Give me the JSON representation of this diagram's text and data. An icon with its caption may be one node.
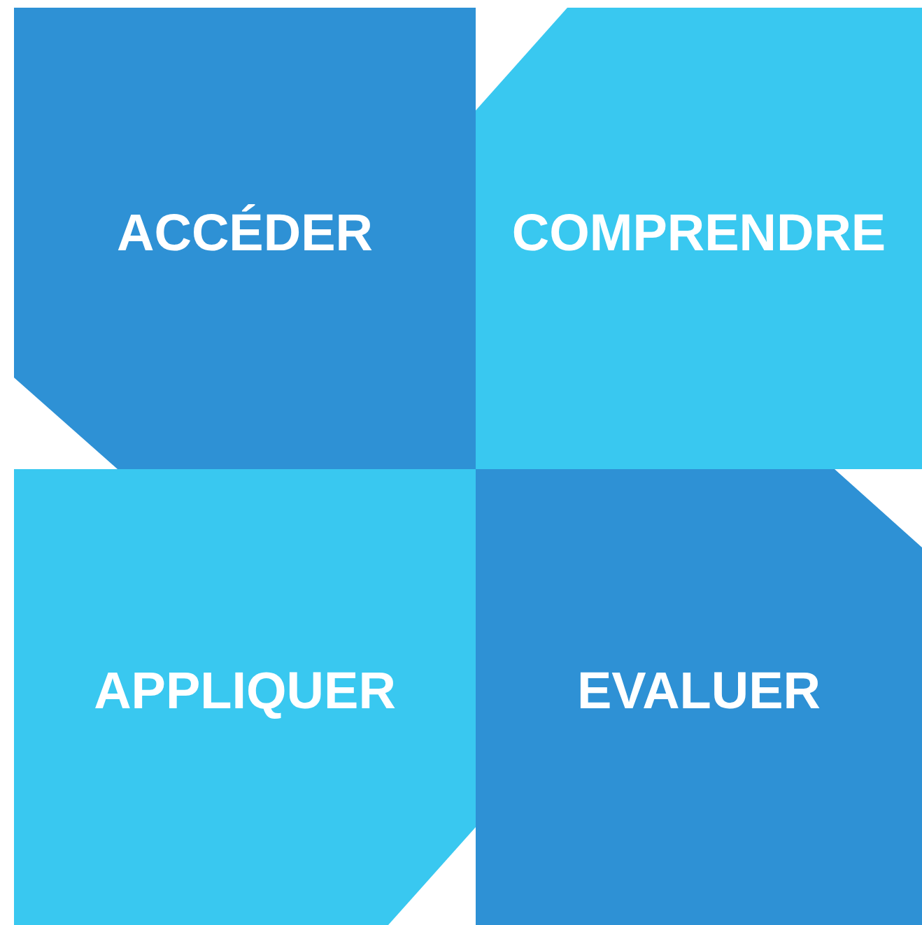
{
  "diagram": {
    "nodes": [
      {
        "text": [
          "ACCÉDER"
        ]
      },
      {
        "text": [
          "COMPRENDRE"
        ]
      },
      {
        "text": [
          "APPLIQUER"
        ]
      },
      {
        "text": [
          "EVALUER"
        ]
      }
    ]
  }
}
